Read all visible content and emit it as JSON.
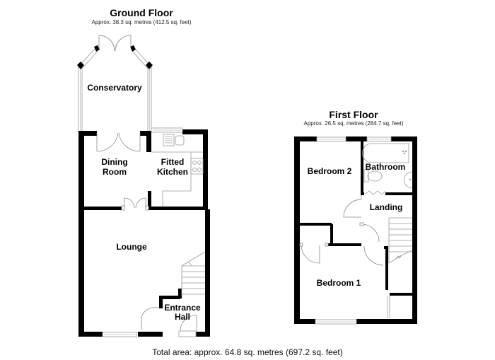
{
  "ground_floor": {
    "title": "Ground Floor",
    "area": "Approx. 38.3 sq. metres (412.5 sq. feet)",
    "rooms": {
      "conservatory": "Conservatory",
      "dining_room_line1": "Dining",
      "dining_room_line2": "Room",
      "kitchen_line1": "Fitted",
      "kitchen_line2": "Kitchen",
      "lounge": "Lounge",
      "entrance_line1": "Entrance",
      "entrance_line2": "Hall"
    }
  },
  "first_floor": {
    "title": "First Floor",
    "area": "Approx. 26.5 sq. metres (284.7 sq. feet)",
    "rooms": {
      "bedroom2": "Bedroom 2",
      "bathroom": "Bathroom",
      "landing": "Landing",
      "bedroom1": "Bedroom 1"
    }
  },
  "total_area": "Total area: approx. 64.8 sq. metres (697.2 sq. feet)",
  "colors": {
    "wall": "#000000",
    "fixture_line": "#888888",
    "background": "#ffffff"
  }
}
